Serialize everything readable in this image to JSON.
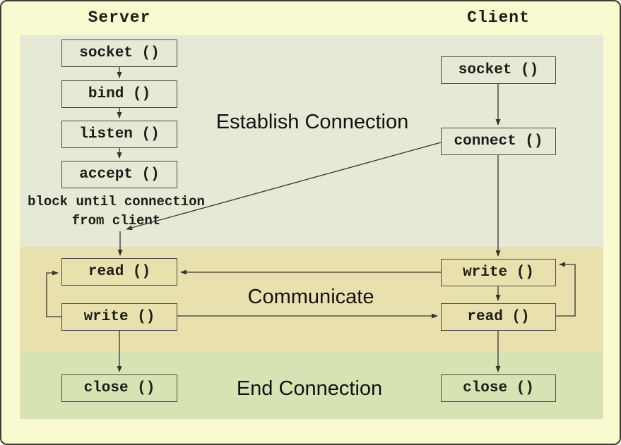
{
  "colors": {
    "page_bg": "#fafad0",
    "border": "#3c3c37",
    "band_establish": "#e5e9d6",
    "band_communicate": "#e9e1ad",
    "band_end": "#d8e3b3",
    "line": "#35352c",
    "box_border": "#4a4a3f",
    "text": "#1c1c16"
  },
  "server": {
    "header": "Server",
    "steps": [
      "socket ()",
      "bind ()",
      "listen ()",
      "accept ()",
      "read ()",
      "write ()",
      "close ()"
    ],
    "note": [
      "block until connection",
      "from client"
    ]
  },
  "client": {
    "header": "Client",
    "steps": [
      "socket ()",
      "connect ()",
      "write ()",
      "read ()",
      "close ()"
    ]
  },
  "phases": [
    {
      "label": "Establish Connection"
    },
    {
      "label": "Communicate"
    },
    {
      "label": "End Connection"
    }
  ]
}
